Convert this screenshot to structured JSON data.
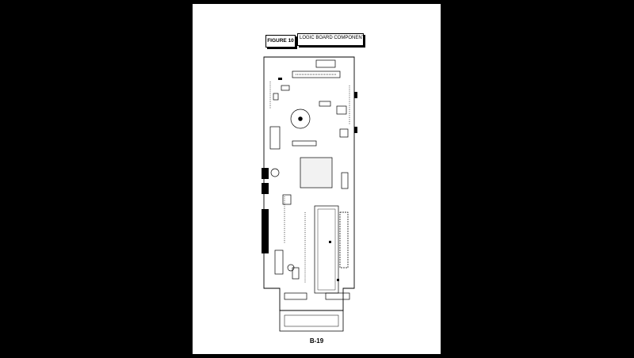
{
  "figure": {
    "label": "FIGURE 10",
    "title": "LOGIC BOARD COMPONENT"
  },
  "page_number": "B-19"
}
